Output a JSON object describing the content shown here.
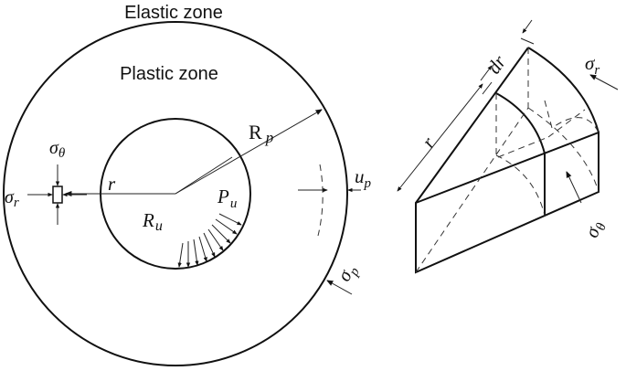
{
  "zones": {
    "elastic": "Elastic zone",
    "plastic": "Plastic zone"
  },
  "symbols": {
    "r": "r",
    "R_p_main": "R",
    "R_p_sub": "p",
    "R_u_main": "R",
    "R_u_sub": "u",
    "P_u_main": "P",
    "P_u_sub": "u",
    "u_p_main": "u",
    "u_p_sub": "p",
    "sigma_theta_main": "σ",
    "sigma_theta_sub": "θ",
    "sigma_r_main": "σ",
    "sigma_r_sub": "r",
    "sigma_p_main": "σ",
    "sigma_p_sub": "p",
    "dr": "dr",
    "r_element": "r",
    "elem_sigma_r_main": "σ",
    "elem_sigma_r_sub": "r",
    "elem_sigma_theta_main": "σ",
    "elem_sigma_theta_sub": "θ"
  }
}
